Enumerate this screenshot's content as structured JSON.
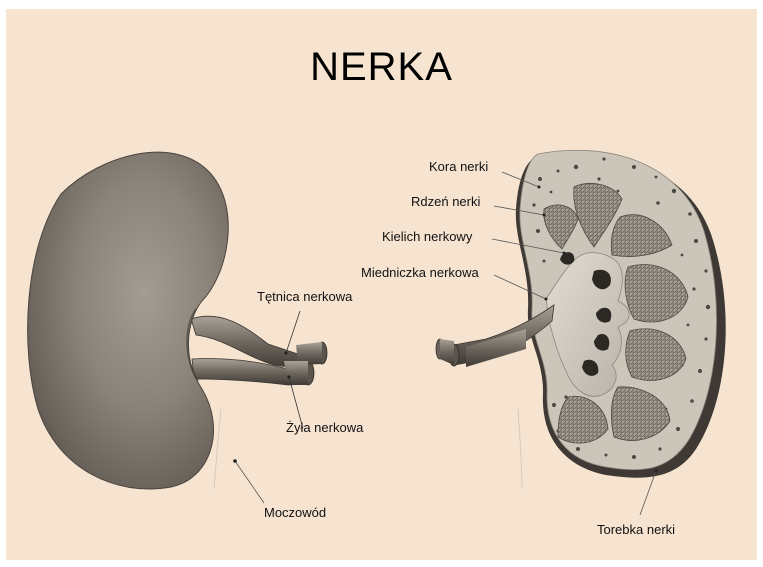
{
  "title": "NERKA",
  "labels": {
    "kora": "Kora nerki",
    "rdzen": "Rdzeń nerki",
    "kielich": "Kielich nerkowy",
    "miedniczka": "Miedniczka nerkowa",
    "tetnica": "Tętnica nerkowa",
    "zyla": "Żyła nerkowa",
    "moczowod": "Moczowód",
    "torebka": "Torebka nerki"
  }
}
